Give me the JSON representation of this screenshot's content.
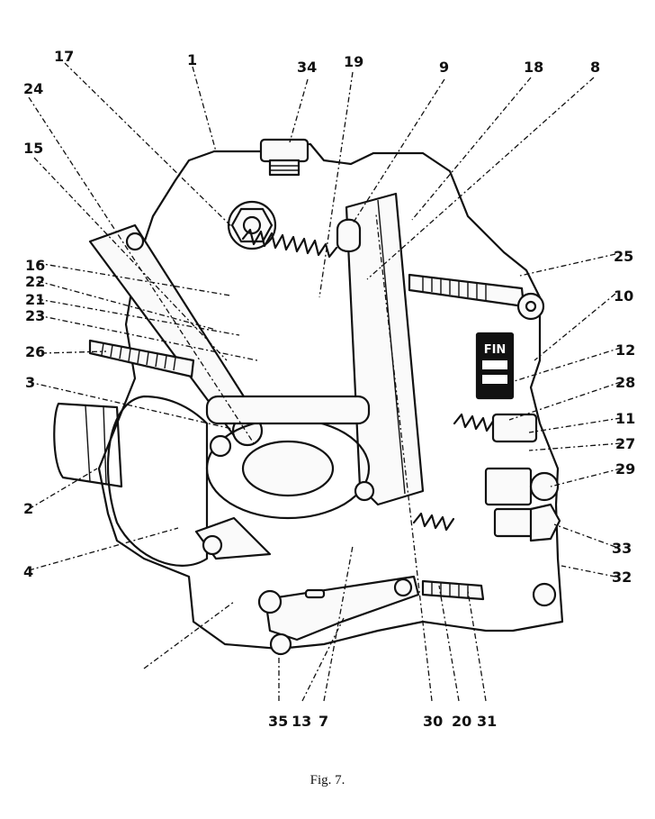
{
  "caption": "Fig. 7.",
  "nameplate_text": "FIN",
  "labels": {
    "l17": "17",
    "l1": "1",
    "l34": "34",
    "l19": "19",
    "l9": "9",
    "l18": "18",
    "l8": "8",
    "l24": "24",
    "l15": "15",
    "l25": "25",
    "l10": "10",
    "l16": "16",
    "l22": "22",
    "l21": "21",
    "l23": "23",
    "l26": "26",
    "l12": "12",
    "l28": "28",
    "l3": "3",
    "l11": "11",
    "l27": "27",
    "l29": "29",
    "l2": "2",
    "l4": "4",
    "l33": "33",
    "l32": "32",
    "l35": "35",
    "l13": "13",
    "l7": "7",
    "l30": "30",
    "l20": "20",
    "l31": "31"
  }
}
